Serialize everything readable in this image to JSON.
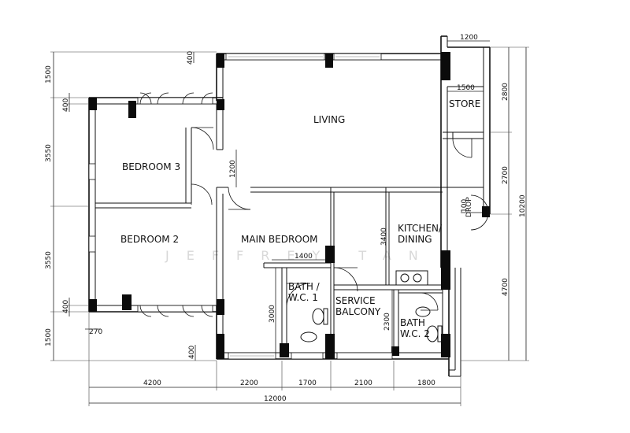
{
  "rooms": {
    "living": "LIVING",
    "store": "STORE",
    "bedroom3": "BEDROOM 3",
    "bedroom2": "BEDROOM 2",
    "main_bedroom": "MAIN BEDROOM",
    "kitchen_line1": "KITCHEN/",
    "kitchen_line2": "DINING",
    "bath1_line1": "BATH /",
    "bath1_line2": "W.C. 1",
    "service_line1": "SERVICE",
    "service_line2": "BALCONY",
    "bath2_line1": "BATH",
    "bath2_line2": "W.C. 2",
    "drop": "DROP"
  },
  "watermark": "JEFFREY TAN",
  "dimensions": {
    "top_store_width": "1200",
    "store_inner_width": "1500",
    "main_bedroom_closet": "1400",
    "corridor": "1200",
    "kitchen_width": "3400",
    "bath1_depth": "3000",
    "service_depth": "2300",
    "ledge": "270",
    "left_chain": [
      "1500",
      "400",
      "3550",
      "3550",
      "400",
      "1500"
    ],
    "left_ledges": [
      "400",
      "400"
    ],
    "right_chain": [
      "2800",
      "2700",
      "4700"
    ],
    "right_total": "10200",
    "drop_ledge": "100",
    "bottom_chain": [
      "4200",
      "2200",
      "1700",
      "2100",
      "1800"
    ],
    "bottom_total": "12000"
  }
}
